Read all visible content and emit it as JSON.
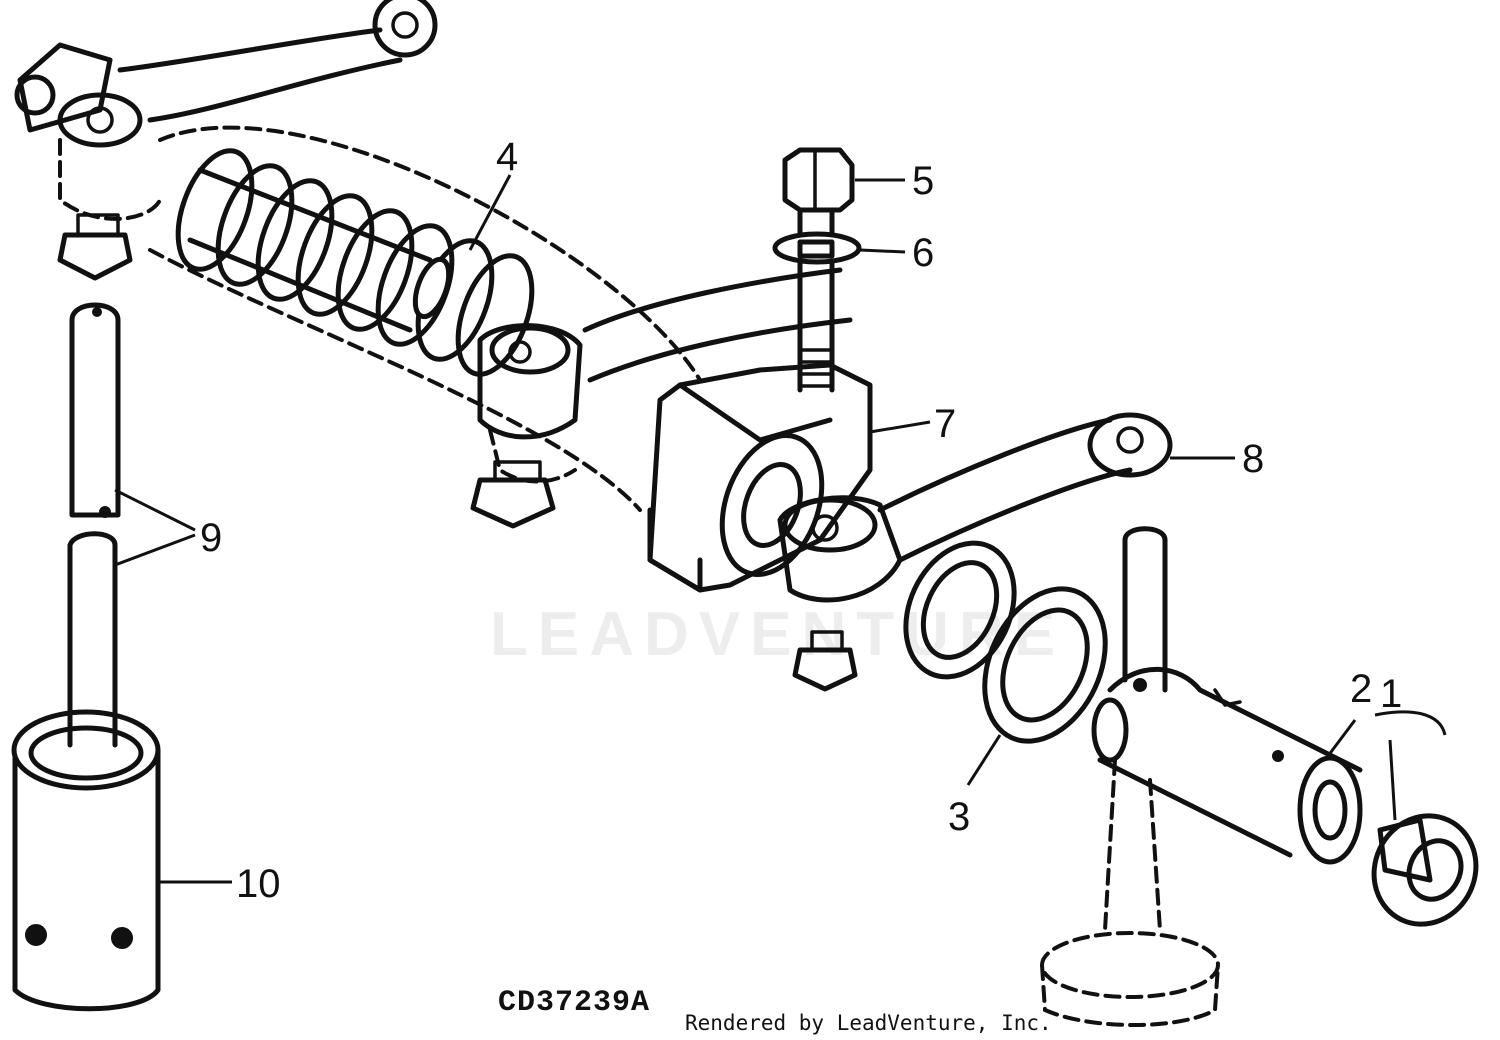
{
  "callouts": {
    "c1": "1",
    "c2": "2",
    "c3": "3",
    "c4": "4",
    "c5": "5",
    "c6": "6",
    "c7": "7",
    "c8": "8",
    "c9": "9",
    "c10": "10"
  },
  "figure_code": "CD37239A",
  "watermark": "LEADVENTURE",
  "credit": "Rendered by LeadVenture, Inc.",
  "colors": {
    "ink": "#111111",
    "background": "#ffffff"
  }
}
